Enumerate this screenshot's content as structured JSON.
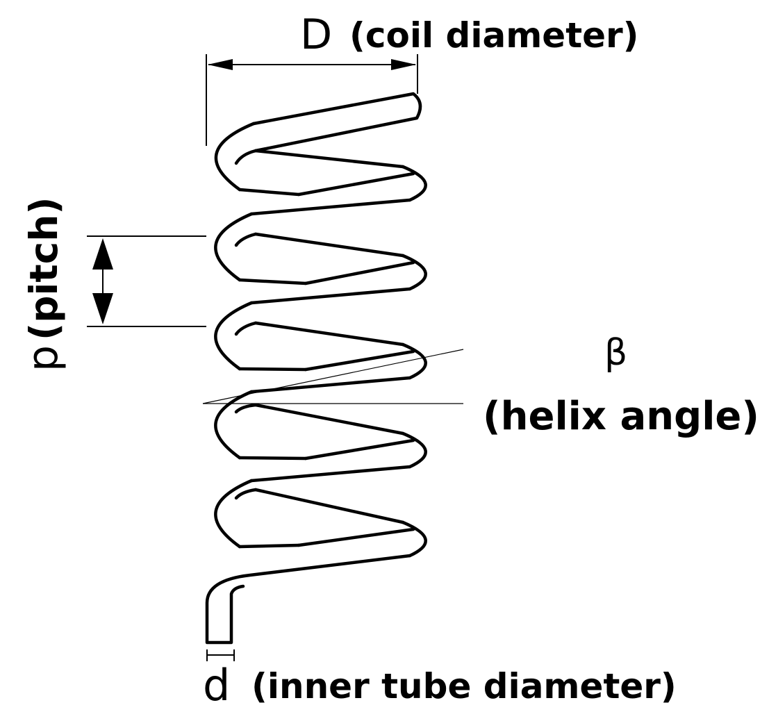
{
  "labels": {
    "coil_diameter_symbol": "D",
    "coil_diameter_text": "(coil diameter)",
    "pitch_symbol": "p",
    "pitch_text": "(pitch)",
    "helix_symbol": "β",
    "helix_text": "(helix angle)",
    "tube_symbol": "d",
    "tube_text": "(inner tube diameter)"
  }
}
